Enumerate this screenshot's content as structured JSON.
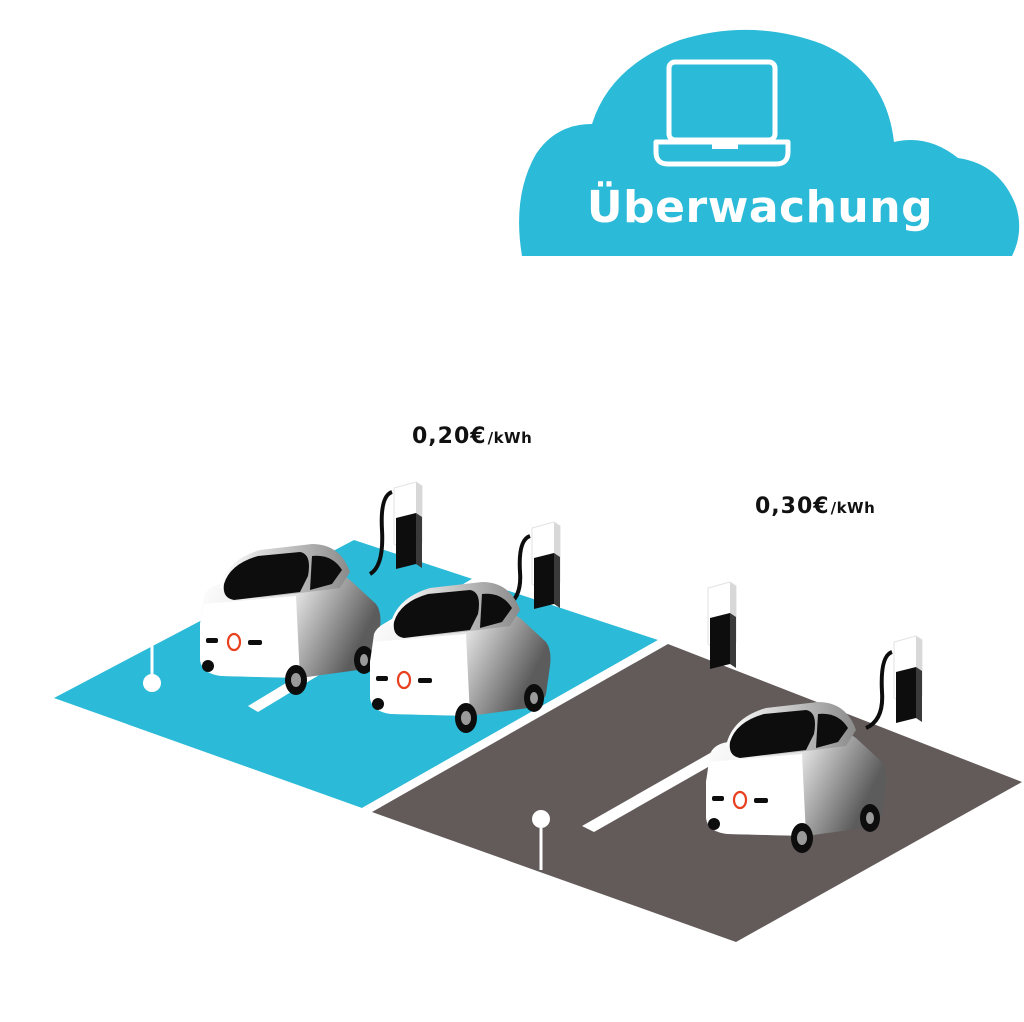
{
  "cloud": {
    "label": "Überwachung",
    "icon": "laptop-icon",
    "color": "#2bbad8"
  },
  "zones": [
    {
      "name": "blue-zone",
      "price": "0,20€",
      "unit": "/kWh",
      "color": "#2bbad8",
      "chargers": 2,
      "cars": 2
    },
    {
      "name": "grey-zone",
      "price": "0,30€",
      "unit": "/kWh",
      "color": "#625b59",
      "chargers": 2,
      "cars": 1
    }
  ],
  "colors": {
    "accent": "#2bbad8",
    "asphalt": "#625b59",
    "car_body": "#ffffff",
    "car_glass": "#0d0d0d",
    "headlight_ring": "#e8401c"
  }
}
